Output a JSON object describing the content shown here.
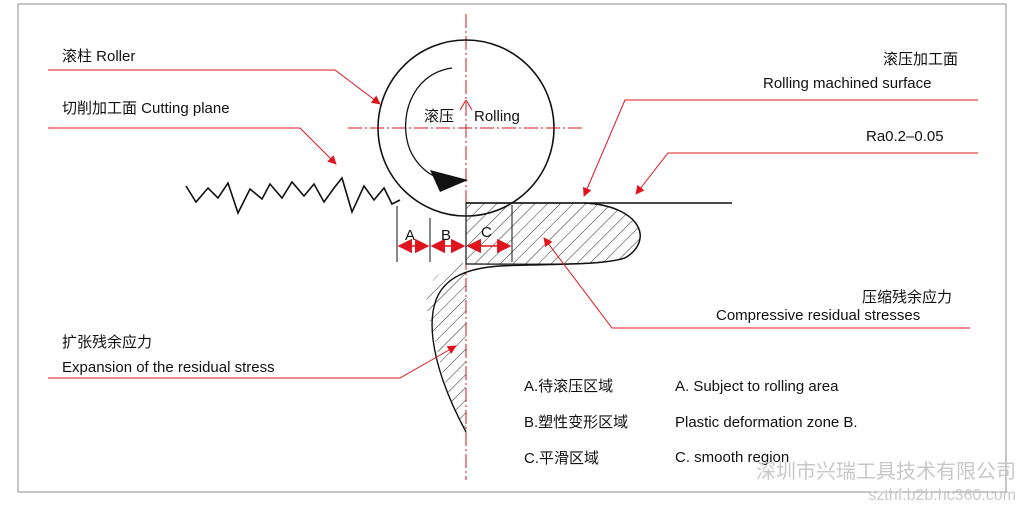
{
  "labels": {
    "roller": "滚柱  Roller",
    "cutting_plane": "切削加工面  Cutting plane",
    "rolling_cn": "滚压",
    "rolling_en": "Rolling",
    "rolling_machined_cn": "滚压加工面",
    "rolling_machined_en": "Rolling machined surface",
    "ra": "Ra0.2–0.05",
    "compressive_cn": "压缩残余应力",
    "compressive_en": "Compressive residual stresses",
    "expansion_cn": "扩张残余应力",
    "expansion_en": "Expansion of the residual stress"
  },
  "zones": [
    "A",
    "B",
    "C"
  ],
  "legend": [
    {
      "cn": "A.待滚压区域",
      "en": "A. Subject to rolling area"
    },
    {
      "cn": "B.塑性变形区域",
      "en": "Plastic deformation zone B."
    },
    {
      "cn": "C.平滑区域",
      "en": "C. smooth region"
    }
  ],
  "watermark": {
    "company": "深圳市兴瑞工具技术有限公司",
    "url": "szthf.b2b.hc360.com"
  },
  "colors": {
    "arrow": "#e0141e",
    "line": "#111111",
    "frame": "#8c8c8c",
    "watermark": "#c8c8c8"
  }
}
